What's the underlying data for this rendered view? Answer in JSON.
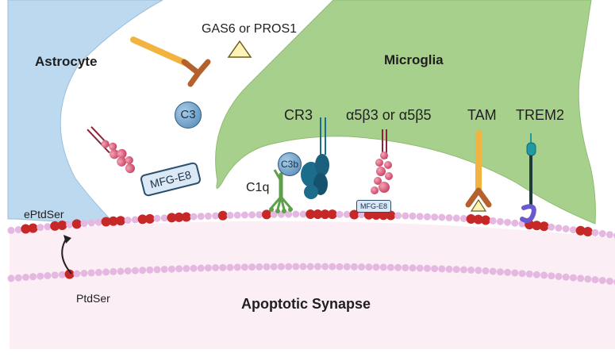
{
  "labels": {
    "astrocyte": "Astrocyte",
    "microglia": "Microglia",
    "apoptotic_synapse": "Apoptotic Synapse",
    "gas6_pros1": "GAS6 or PROS1",
    "c3": "C3",
    "mfg_e8": "MFG-E8",
    "mfg_e8_small": "MFG-E8",
    "c3b": "C3b",
    "c1q": "C1q",
    "cr3": "CR3",
    "integrin": "α5β3 or α5β5",
    "tam": "TAM",
    "trem2": "TREM2",
    "eptdser": "ePtdSer",
    "ptdser": "PtdSer"
  },
  "colors": {
    "astrocyte_fill": "#bcd9f0",
    "microglia_fill": "#a8d08d",
    "synapse_fill": "#fbeef4",
    "lipid_head": "#e4b8e0",
    "ptdser_head": "#c62828",
    "receptor_orange": "#f2b441",
    "ligand_brown": "#b5612d",
    "cr3_teal": "#1c6c8c",
    "trem2_teal": "#1e9aa0",
    "integrin_pink": "#d7587a",
    "c1q_green": "#5da04a"
  }
}
